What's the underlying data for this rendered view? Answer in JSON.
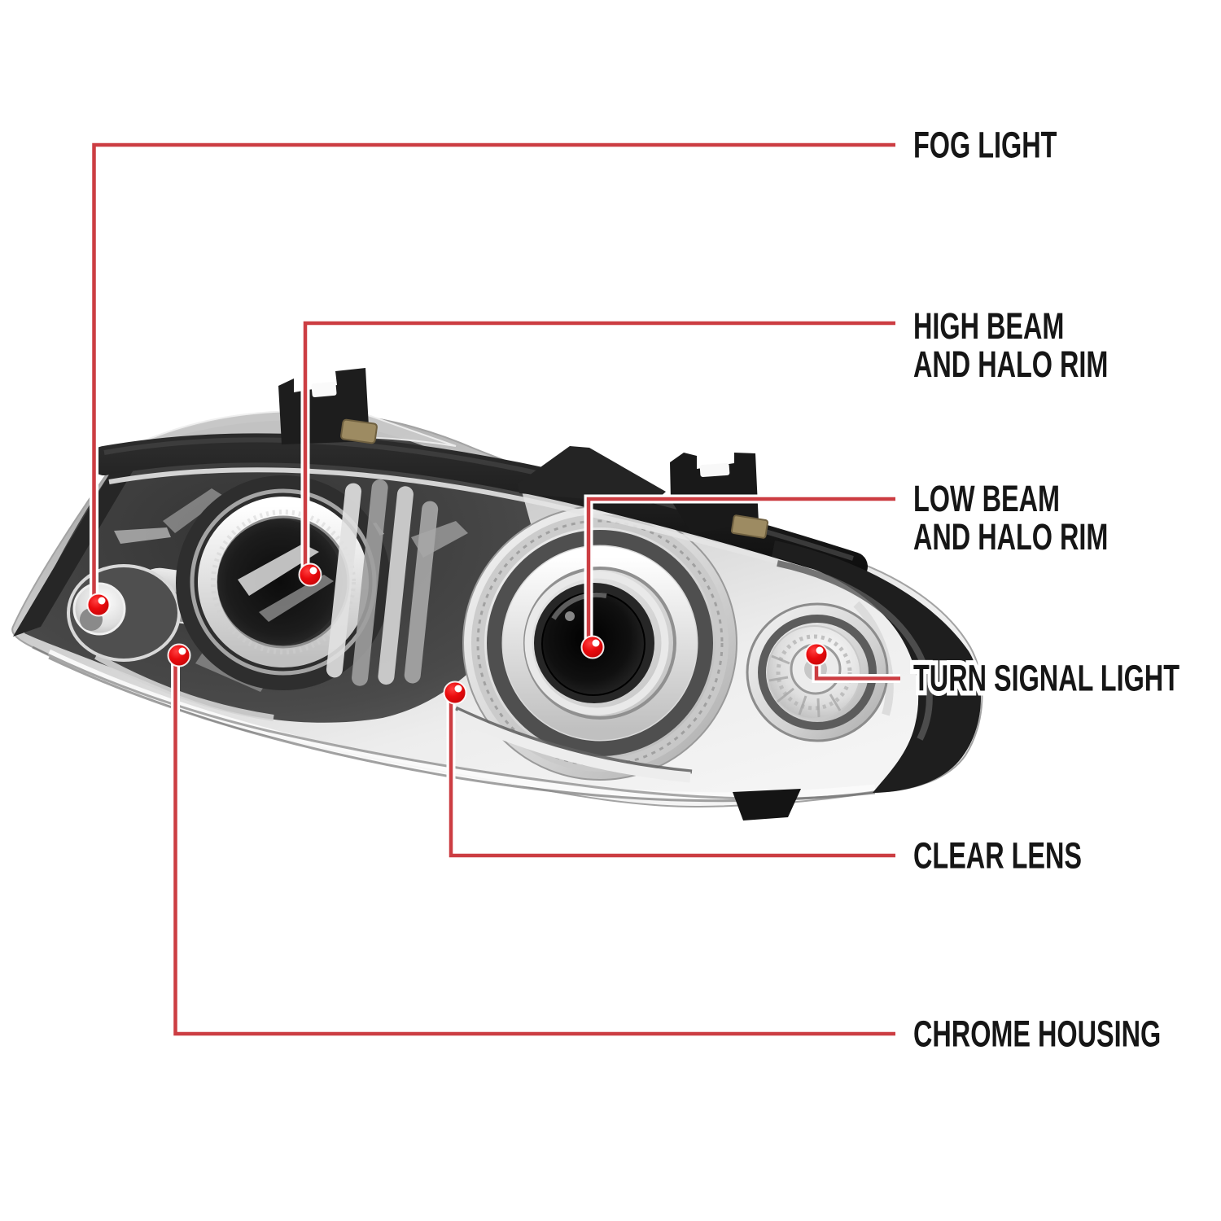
{
  "diagram": {
    "illustration": "chrome-projector-headlight-photo",
    "annotations": [
      {
        "id": "fog-light",
        "lines": [
          "FOG LIGHT"
        ]
      },
      {
        "id": "high-beam",
        "lines": [
          "HIGH BEAM",
          "AND HALO RIM"
        ]
      },
      {
        "id": "low-beam",
        "lines": [
          "LOW BEAM",
          "AND HALO RIM"
        ]
      },
      {
        "id": "turn-signal",
        "lines": [
          "TURN SIGNAL LIGHT"
        ]
      },
      {
        "id": "clear-lens",
        "lines": [
          "CLEAR LENS"
        ]
      },
      {
        "id": "chrome-housing",
        "lines": [
          "CHROME HOUSING"
        ]
      }
    ],
    "colors": {
      "leader_line": "#cc3d42",
      "marker_dot": "#e60d10",
      "label_text": "#161616",
      "background": "#ffffff"
    }
  }
}
